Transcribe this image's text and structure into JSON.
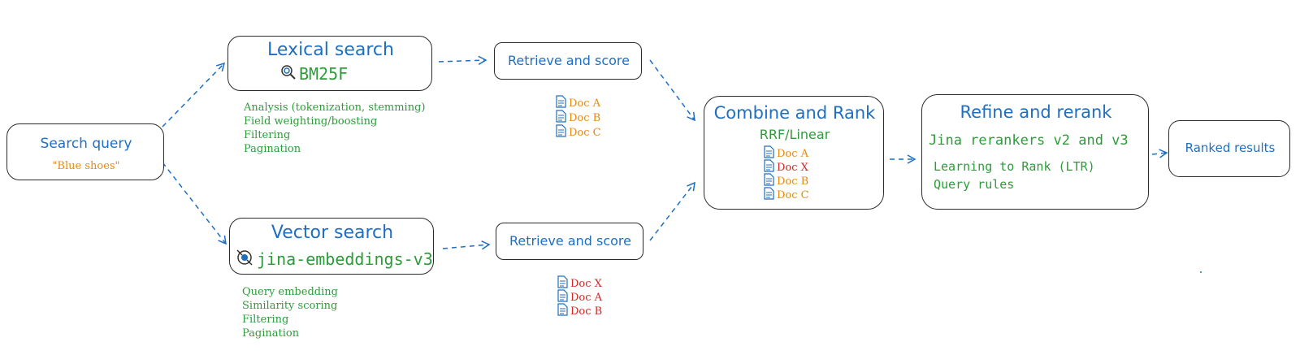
{
  "colors": {
    "blue": "#1e6fc2",
    "green": "#2e9b3a",
    "orange": "#e8890c",
    "red": "#d42626"
  },
  "search_query": {
    "title": "Search query",
    "value": "\"Blue shoes\""
  },
  "lexical": {
    "title": "Lexical search",
    "engine": "BM25F",
    "engine_icon": "magnifier-icon",
    "features": [
      "Analysis (tokenization, stemming)",
      "Field weighting/boosting",
      "Filtering",
      "Pagination"
    ]
  },
  "vector": {
    "title": "Vector search",
    "engine": "jina-embeddings-v3",
    "engine_icon": "embedding-target-icon",
    "features": [
      "Query embedding",
      "Similarity scoring",
      "Filtering",
      "Pagination"
    ]
  },
  "retrieve_top": {
    "label": "Retrieve and score",
    "docs": [
      {
        "name": "Doc A",
        "color": "orange"
      },
      {
        "name": "Doc B",
        "color": "orange"
      },
      {
        "name": "Doc C",
        "color": "orange"
      }
    ]
  },
  "retrieve_bottom": {
    "label": "Retrieve and score",
    "docs": [
      {
        "name": "Doc X",
        "color": "red"
      },
      {
        "name": "Doc A",
        "color": "red"
      },
      {
        "name": "Doc B",
        "color": "red"
      }
    ]
  },
  "combine": {
    "title": "Combine and Rank",
    "method": "RRF/Linear",
    "docs": [
      {
        "name": "Doc A",
        "color": "orange"
      },
      {
        "name": "Doc X",
        "color": "red"
      },
      {
        "name": "Doc B",
        "color": "orange"
      },
      {
        "name": "Doc C",
        "color": "orange"
      }
    ]
  },
  "refine": {
    "title": "Refine and rerank",
    "line1": "Jina rerankers v2 and v3",
    "line2": "Learning to Rank (LTR)",
    "line3": "Query rules"
  },
  "ranked": {
    "title": "Ranked results"
  }
}
